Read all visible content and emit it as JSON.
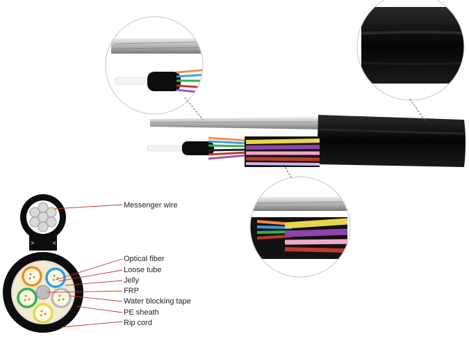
{
  "labels": {
    "messenger_wire": "Messenger wire",
    "optical_fiber": "Optical fiber",
    "loose_tube": "Loose tube",
    "jelly": "Jelly",
    "frp": "FRP",
    "water_blocking_tape": "Water blocking tape",
    "pe_sheath": "PE sheath",
    "rip_cord": "Rip cord"
  },
  "colors": {
    "sheath": "#0c0c0c",
    "leader_line": "#c0392b",
    "dashed_pointer": "#2a6fb0",
    "tube_orange": "#f28c1e",
    "tube_blue": "#2aa0e8",
    "tube_green": "#2db34a",
    "tube_grey": "#b8b8b8",
    "tube_yellow": "#e8d64a"
  }
}
